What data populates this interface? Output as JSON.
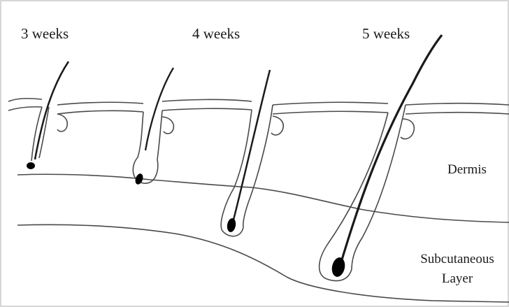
{
  "stages": [
    {
      "label": "3 weeks"
    },
    {
      "label": "4 weeks"
    },
    {
      "label": "5 weeks"
    }
  ],
  "layers": {
    "dermis": "Dermis",
    "subcutaneous_line1": "Subcutaneous",
    "subcutaneous_line2": "Layer"
  },
  "colors": {
    "line": "#4a4a4a",
    "hair": "#1a1a1a",
    "bulb": "#000000",
    "background": "#ffffff"
  }
}
